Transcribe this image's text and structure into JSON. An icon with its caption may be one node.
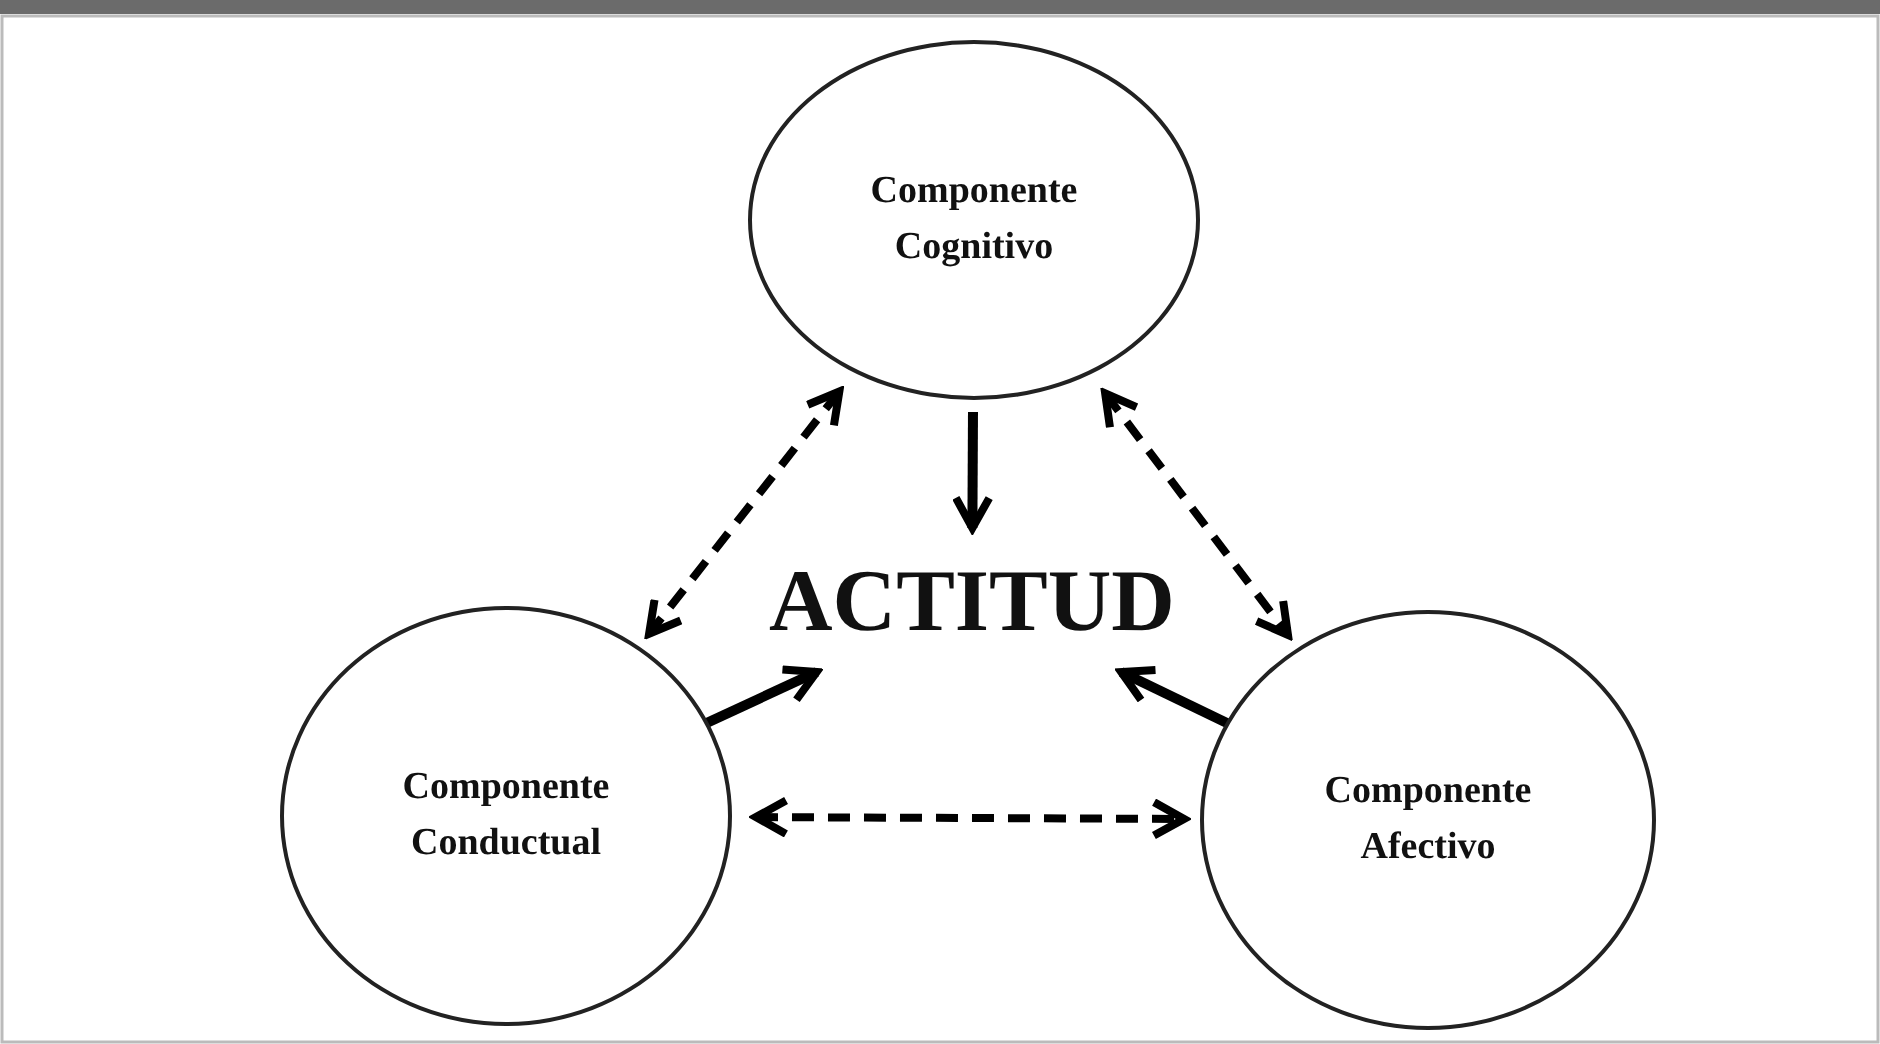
{
  "diagram": {
    "nodes": [
      {
        "text": [
          "Componente Cognitivo"
        ]
      },
      {
        "text": [
          "ACTITUD"
        ]
      },
      {
        "text": [
          "Componente Conductual"
        ]
      },
      {
        "text": [
          "Componente Afectivo"
        ]
      }
    ],
    "edges": [
      {
        "from": 0,
        "to": 2,
        "arrow": "both",
        "style": "dashed"
      },
      {
        "from": 0,
        "to": 3,
        "arrow": "both",
        "style": "dashed"
      },
      {
        "from": 2,
        "to": 3,
        "arrow": "both",
        "style": "dashed"
      },
      {
        "from": 0,
        "to": 1,
        "arrow": "to"
      },
      {
        "from": 2,
        "to": 1,
        "arrow": "to"
      },
      {
        "from": 3,
        "to": 1,
        "arrow": "to"
      }
    ]
  }
}
